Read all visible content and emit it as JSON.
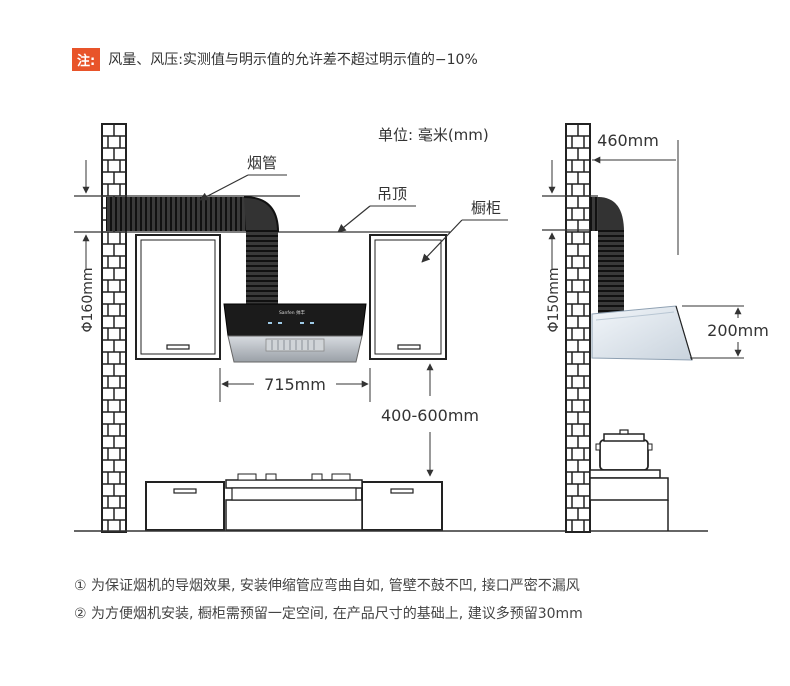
{
  "note": {
    "tag": "注:",
    "text": "风量、风压:实测值与明示值的允许差不超过明示值的−10%"
  },
  "diagram": {
    "unit_label": "单位: 毫米(mm)",
    "labels": {
      "duct": "烟管",
      "ceiling": "吊顶",
      "cabinet": "橱柜",
      "brand": "Sanfen 帅丰"
    },
    "dimensions": {
      "duct_diameter_left": "Φ160mm",
      "hood_width": "715mm",
      "hood_height_range": "400-600mm",
      "duct_diameter_right": "Φ150mm",
      "wall_offset": "460mm",
      "hood_thickness": "200mm"
    }
  },
  "footnotes": [
    "① 为保证烟机的导烟效果, 安装伸缩管应弯曲自如, 管壁不鼓不凹, 接口严密不漏风",
    "② 为方便烟机安装, 橱柜需预留一定空间, 在产品尺寸的基础上, 建议多预留30mm"
  ],
  "colors": {
    "accent": "#e8542a",
    "line": "#333333",
    "hood_glass": "#1b1b1b",
    "hood_steel": "#b9bec4",
    "duct": "#2a2a2a",
    "brick": "#222222"
  }
}
